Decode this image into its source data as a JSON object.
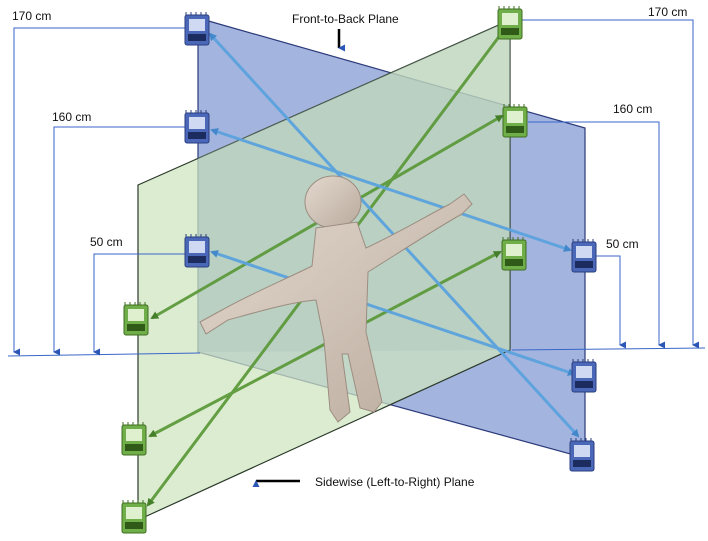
{
  "labels": {
    "front_to_back_plane": "Front-to-Back Plane",
    "sidewise_plane": "Sidewise (Left-to-Right) Plane",
    "h170_left": "170 cm",
    "h160_left": "160 cm",
    "h50_left": "50 cm",
    "h170_right": "170 cm",
    "h160_right": "160 cm",
    "h50_right": "50 cm"
  },
  "colors": {
    "front_to_back_plane": "#8fa4d8",
    "sidewise_plane": "#cfe5bf",
    "blue_link": "#5ba3de",
    "green_link": "#5d9a3c",
    "blue_sensor": "#4a67b8",
    "green_sensor": "#6fae48",
    "dimension_line": "#3a66c8",
    "figure": "#d5c8bd"
  },
  "icons": {
    "blue_sensor": "blue-sensor-node-icon",
    "green_sensor": "green-sensor-node-icon",
    "figure": "human-figure-icon"
  }
}
